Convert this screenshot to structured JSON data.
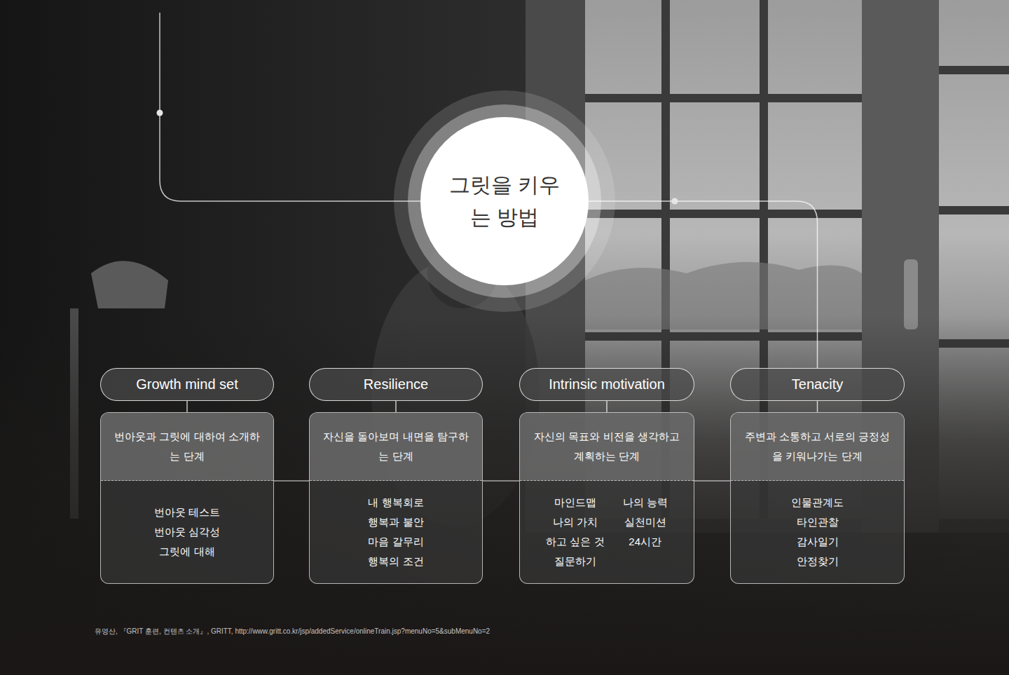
{
  "diagram": {
    "caption": "유영산, 『GRIT 훈련, 컨텐츠 소개』, GRITT, http://www.gritt.co.kr/jsp/addedService/onlineTrain.jsp?menuNo=5&subMenuNo=2",
    "nodes": [
      {
        "text": [
          "그릿을 키우는 방법"
        ]
      },
      {
        "text": [
          "Growth mind set"
        ]
      },
      {
        "text": [
          "번아웃과 그릿에 대하여 소개하는 단계",
          "번아웃 테스트",
          "번아웃 심각성",
          "그릿에 대해"
        ]
      },
      {
        "text": [
          "Resilience"
        ]
      },
      {
        "text": [
          "자신을 돌아보며 내면을 탐구하는 단계",
          "내 행복회로",
          "행복과 불안",
          "마음 갈무리",
          "행복의 조건"
        ]
      },
      {
        "text": [
          "Intrinsic motivation"
        ]
      },
      {
        "text": [
          "자신의 목표와 비전을 생각하고 계획하는 단계",
          "마인드맵",
          "나의 능력",
          "나의 가치",
          "실천미션",
          "하고 싶은 것",
          "24시간",
          "질문하기"
        ]
      },
      {
        "text": [
          "Tenacity"
        ]
      },
      {
        "text": [
          "주변과 소통하고 서로의 긍정성을 키워나가는 단계",
          "인물관계도",
          "타인관찰",
          "감사일기",
          "안정찾기"
        ]
      }
    ],
    "edges": [
      {
        "from": 0,
        "to": 7,
        "arrow": "none"
      },
      {
        "from": 1,
        "to": 2,
        "arrow": "none"
      },
      {
        "from": 3,
        "to": 4,
        "arrow": "none"
      },
      {
        "from": 5,
        "to": 6,
        "arrow": "none"
      },
      {
        "from": 7,
        "to": 8,
        "arrow": "none"
      }
    ]
  }
}
